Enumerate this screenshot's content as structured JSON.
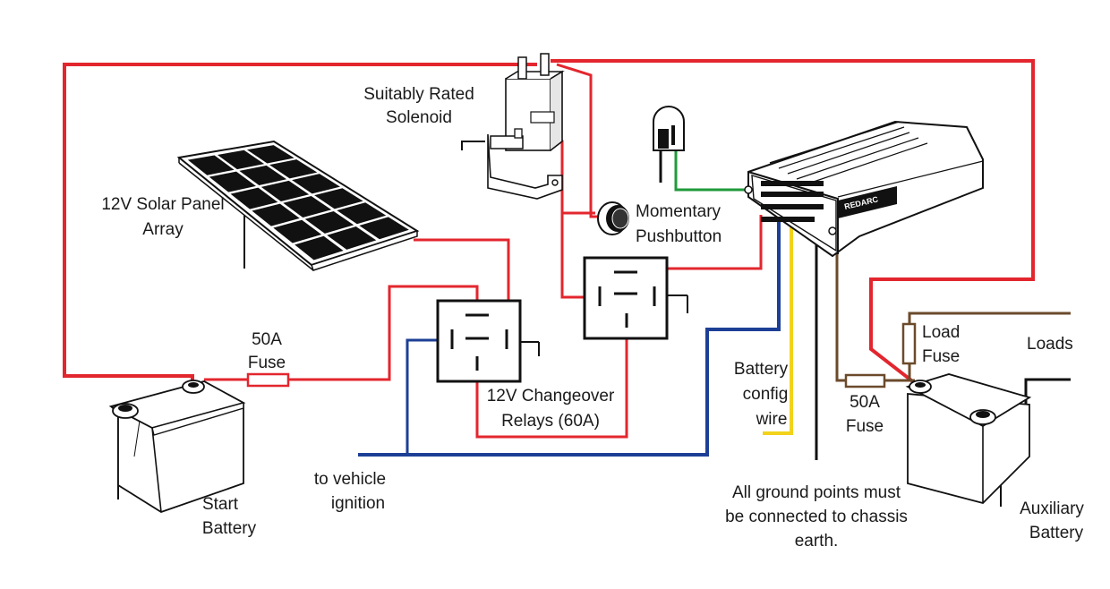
{
  "labels": {
    "solenoid": [
      "Suitably Rated",
      "Solenoid"
    ],
    "solar": [
      "12V Solar Panel",
      "Array"
    ],
    "pushbutton": [
      "Momentary",
      "Pushbutton"
    ],
    "fuse_start": [
      "50A",
      "Fuse"
    ],
    "relays": [
      "12V Changeover",
      "Relays (60A)"
    ],
    "battery_config": [
      "Battery",
      "config",
      "wire"
    ],
    "fuse_aux": [
      "50A",
      "Fuse"
    ],
    "load_fuse": [
      "Load",
      "Fuse"
    ],
    "loads": "Loads",
    "vehicle_ignition": [
      "to vehicle",
      "ignition"
    ],
    "start_battery": [
      "Start",
      "Battery"
    ],
    "ground_note": [
      "All ground points must",
      "be connected to chassis",
      "earth."
    ],
    "aux_battery": [
      "Auxiliary",
      "Battery"
    ],
    "charger_brand": "REDARC"
  },
  "colors": {
    "positive": "#e3262e",
    "ignition": "#1d3f96",
    "config": "#f2d21b",
    "led": "#1f9a3a",
    "aux": "#6b4a2b",
    "ground": "#111111"
  },
  "icons": [
    "solar-panel-icon",
    "solenoid-icon",
    "pushbutton-icon",
    "led-indicator-icon",
    "dc-charger-icon",
    "relay-icon",
    "fuse-icon",
    "battery-icon",
    "ground-icon"
  ]
}
